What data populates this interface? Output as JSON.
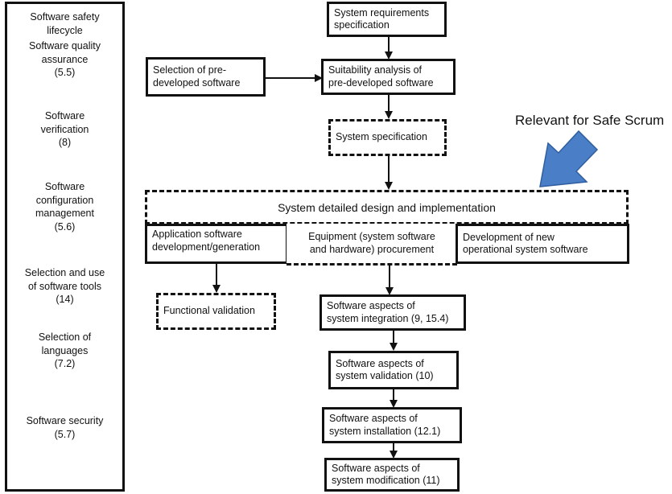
{
  "sidebar": {
    "items": [
      "Software safety\nlifecycle",
      "Software quality\nassurance\n(5.5)",
      "Software\nverification\n(8)",
      "Software\nconfiguration\nmanagement\n(5.6)",
      "Selection and use\nof software tools\n(14)",
      "Selection of\nlanguages\n(7.2)",
      "Software security\n(5.7)"
    ]
  },
  "flow": {
    "system_requirements": "System requirements\nspecification",
    "selection_predeveloped": "Selection of  pre-\ndeveloped software",
    "suitability_analysis": "Suitability analysis of\npre-developed software",
    "system_specification": "System specification",
    "detailed_design": "System detailed design and implementation",
    "application_software": "Application software\ndevelopment/generation",
    "equipment_procurement": "Equipment (system software\nand hardware) procurement",
    "operational_software": "Development of new\noperational system software",
    "functional_validation": "Functional validation",
    "system_integration": "Software aspects of\nsystem integration (9, 15.4)",
    "system_validation": "Software aspects of\nsystem validation (10)",
    "system_installation": "Software aspects of\nsystem installation (12.1)",
    "system_modification": "Software aspects of\nsystem modification (11)"
  },
  "annotation": {
    "text": "Relevant for Safe Scrum",
    "arrow_color": "#4a7fc8"
  }
}
